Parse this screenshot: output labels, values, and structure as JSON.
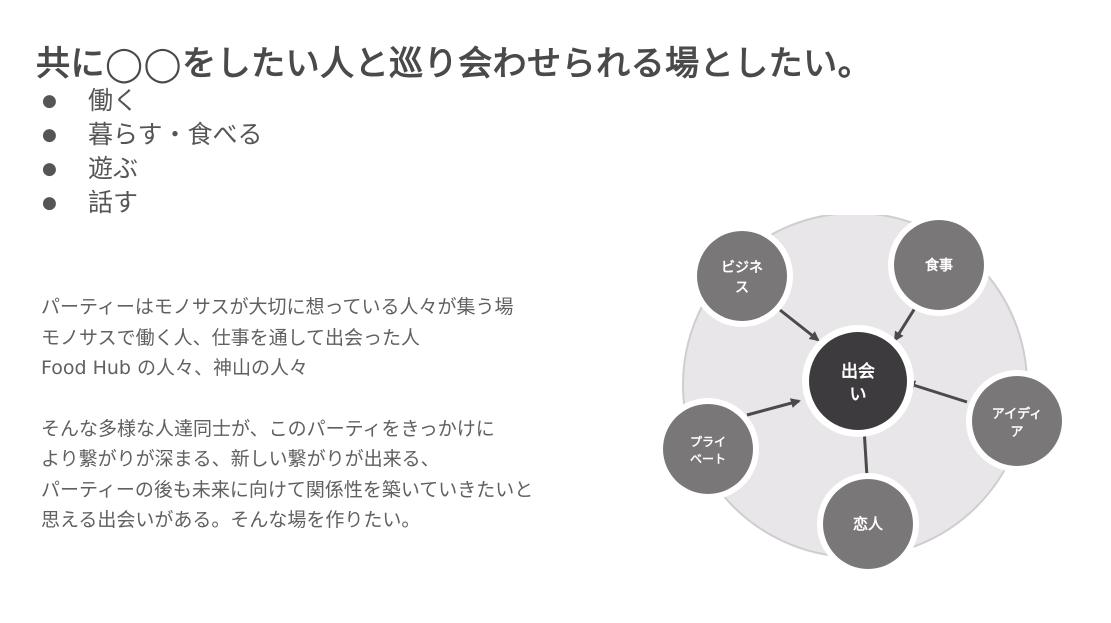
{
  "slide": {
    "title": "共に◯◯をしたい人と巡り会わせられる場としたい。",
    "bullets": [
      {
        "label": "働く"
      },
      {
        "label": "暮らす・食べる"
      },
      {
        "label": "遊ぶ"
      },
      {
        "label": "話す"
      }
    ],
    "paragraph1": [
      "パーティーはモノサスが大切に想っている人々が集う場",
      "モノサスで働く人、仕事を通して出会った人",
      "Food Hub の人々、神山の人々"
    ],
    "paragraph2": [
      "そんな多様な人達同士が、このパーティをきっかけに",
      "より繋がりが深まる、新しい繋がりが出来る、",
      "パーティーの後も未来に向けて関係性を築いていきたいと",
      "思える出会いがある。そんな場を作りたい。"
    ]
  },
  "diagram": {
    "center": {
      "lines": [
        "出会",
        "い"
      ]
    },
    "nodes": [
      {
        "lines": [
          "ビジネ",
          "ス"
        ]
      },
      {
        "lines": [
          "食事"
        ]
      },
      {
        "lines": [
          "アイディ",
          "ア"
        ]
      },
      {
        "lines": [
          "恋人"
        ]
      },
      {
        "lines": [
          "プライ",
          "ベート"
        ]
      }
    ],
    "colors": {
      "ring": "#e8e6e8",
      "ring_stroke": "#cfcdcf",
      "node_fill": "#7a7779",
      "center_fill": "#3d3b3d",
      "arrow": "#4a4a4a"
    }
  }
}
